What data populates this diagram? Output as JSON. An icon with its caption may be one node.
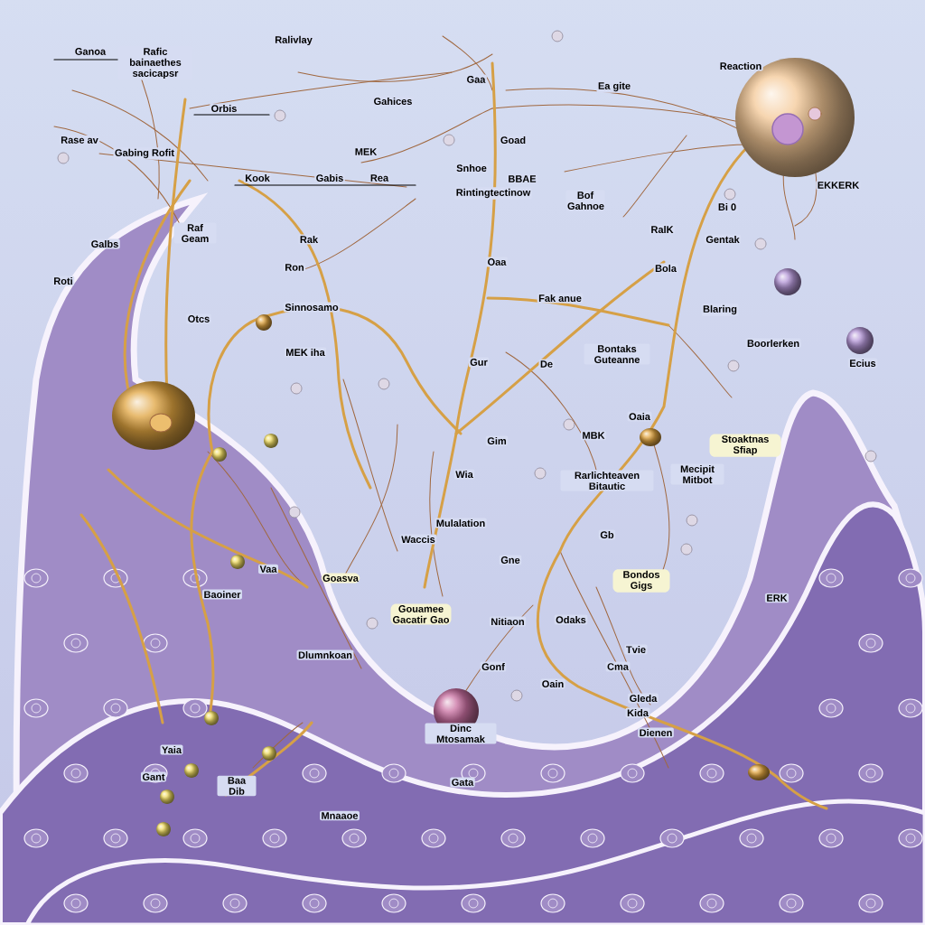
{
  "diagram": {
    "labels": [
      "Ganoa",
      "Rafic bainaethes sacicapsr",
      "Ralivlay",
      "Rase av",
      "Orbis",
      "Gabing Rofit",
      "MEK",
      "Kook",
      "Gabis",
      "Rea",
      "Gaa",
      "Ea gite",
      "Gahices",
      "Reaction",
      "Goad",
      "Snhoe",
      "BBAE",
      "Rintingtectinow",
      "Bof Gahnoe",
      "EKKERK",
      "Bi 0",
      "Raf Geam",
      "Galbs",
      "Roti",
      "Rak",
      "Ron",
      "Otcs",
      "Sinnosamo",
      "MEK iha",
      "RalK",
      "Gentak",
      "Bola",
      "Oaa",
      "Fak anue",
      "Blaring",
      "Bontaks Guteanne",
      "Boorlerken",
      "Gur",
      "De",
      "Ecius",
      "MBK",
      "Oaia",
      "Gim",
      "Wia",
      "Rarlichteaven Bitautic",
      "Mecipit Mitbot",
      "Stoaktnas Sfiap",
      "Gb",
      "Mulalation",
      "Waccis",
      "Gne",
      "Bondos Gigs",
      "ERK",
      "Vaa",
      "Goasva",
      "Baoiner",
      "Gouamee Gacatir Gao",
      "Nitiaon",
      "Odaks",
      "Dlumnkoan",
      "Gonf",
      "Tvie",
      "Cma",
      "Oain",
      "Gleda",
      "Kida",
      "Dienen",
      "Dinc Mtosamak",
      "Yaia",
      "Gant",
      "Baa Dib",
      "Gata",
      "Mnaaoe"
    ]
  }
}
